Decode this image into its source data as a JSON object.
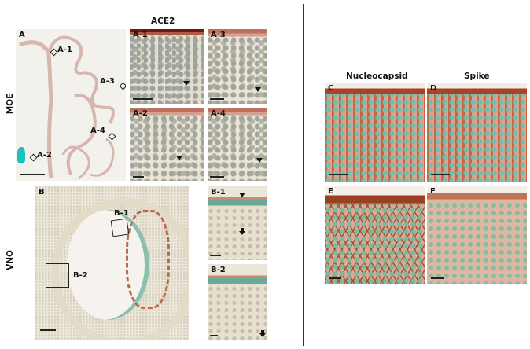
{
  "figure": {
    "left_column_header": "ACE2",
    "row_labels": {
      "moe": "MOE",
      "vno": "VNO"
    },
    "right_column_headers": {
      "nucleocapsid": "Nucleocapsid",
      "spike": "Spike"
    },
    "panels": {
      "A": {
        "label": "A",
        "callouts": [
          "A-1",
          "A-2",
          "A-3",
          "A-4"
        ]
      },
      "A1": {
        "label": "A-1",
        "markers": [
          "arrowhead"
        ]
      },
      "A2": {
        "label": "A-2",
        "markers": [
          "arrowhead"
        ]
      },
      "A3": {
        "label": "A-3",
        "markers": [
          "arrowhead"
        ]
      },
      "A4": {
        "label": "A-4",
        "markers": [
          "arrowhead"
        ]
      },
      "B": {
        "label": "B",
        "callouts": [
          "B-1",
          "B-2"
        ]
      },
      "B1": {
        "label": "B-1",
        "markers": [
          "arrowhead",
          "arrow"
        ]
      },
      "B2": {
        "label": "B-2",
        "markers": [
          "arrow"
        ]
      },
      "C": {
        "label": "C"
      },
      "D": {
        "label": "D"
      },
      "E": {
        "label": "E"
      },
      "F": {
        "label": "F"
      }
    },
    "colors": {
      "stain_brown": "#a8432a",
      "counterstain_green": "#6cc0ae",
      "background": "#ffffff",
      "divider": "#333333"
    }
  }
}
